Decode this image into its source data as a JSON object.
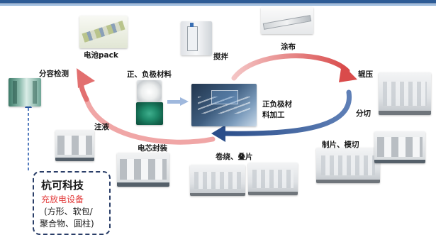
{
  "labels": {
    "pack": "电池pack",
    "capacity_test": "分容检测",
    "materials": "正、负极材料",
    "mixing": "搅拌",
    "coating": "涂布",
    "rolling": "辊压",
    "electrode_processing_1": "正负极材",
    "electrode_processing_2": "料加工",
    "slitting": "分切",
    "filling": "注液",
    "cell_sealing": "电芯封装",
    "tab_die_cutting": "制片、模切",
    "winding_stacking": "卷绕、叠片"
  },
  "company": {
    "name": "杭可科技",
    "subtitle": "充放电设备",
    "types_line1": "(方形、软包/",
    "types_line2": "聚合物、圆柱)"
  },
  "colors": {
    "top_bar": "#2d5b95",
    "arrow_red": "#e26f6f",
    "arrow_blue": "#2b4e8a",
    "dashed_border": "#2a3e68",
    "highlight_red": "#e23b3b"
  },
  "icons": {
    "flow_arrow": "right-arrow-icon"
  }
}
